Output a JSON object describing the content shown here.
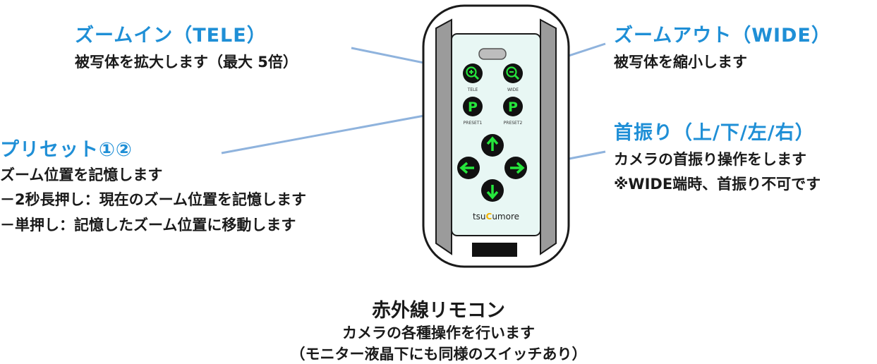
{
  "annotations": {
    "zoom_in": {
      "title": "ズームイン（TELE）",
      "lines": [
        "被写体を拡大します（最大 5倍）"
      ]
    },
    "zoom_out": {
      "title": "ズームアウト（WIDE）",
      "lines": [
        "被写体を縮小します"
      ]
    },
    "preset": {
      "title": "プリセット①②",
      "lines": [
        "ズーム位置を記憶します",
        "－2秒長押し：現在のズーム位置を記憶します",
        "－単押し：記憶したズーム位置に移動します"
      ]
    },
    "pan": {
      "title": "首振り（上/下/左/右）",
      "lines": [
        "カメラの首振り操作をします",
        "※WIDE端時、首振り不可です"
      ]
    }
  },
  "remote": {
    "labels": {
      "tele": "TELE",
      "wide": "WIDE",
      "preset1": "PRESET1",
      "preset2": "PRESET2",
      "preset_letter": "P"
    },
    "brand": {
      "before": "tsu",
      "highlight": "C",
      "after": "umore"
    }
  },
  "caption": {
    "title": "赤外線リモコン",
    "line1": "カメラの各種操作を行います",
    "line2": "（モニター液晶下にも同様のスイッチあり）"
  },
  "colors": {
    "accent": "#1f8fd6",
    "leader": "#8fb3dd",
    "screen": "#e8f7f4",
    "button_fill": "#111111",
    "button_glyph": "#26e63c",
    "body_grey": "#9b9b9b"
  }
}
